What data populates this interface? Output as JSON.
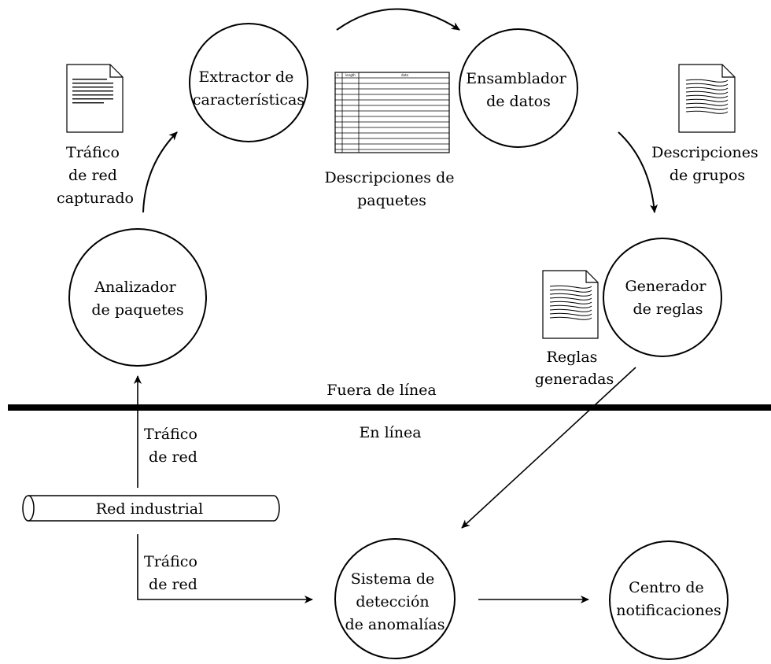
{
  "nodes": {
    "extractor": [
      "Extractor de",
      "características"
    ],
    "assembler": [
      "Ensamblador",
      "de datos"
    ],
    "rule_generator": [
      "Generador",
      "de reglas"
    ],
    "packet_analyzer": [
      "Analizador",
      "de paquetes"
    ],
    "anomaly_detection": [
      "Sistema de",
      "detección",
      "de anomalías"
    ],
    "notification_center": [
      "Centro de",
      "notificaciones"
    ]
  },
  "labels": {
    "captured_traffic": [
      "Tráfico",
      "de red",
      "capturado"
    ],
    "packet_descriptions": [
      "Descripciones de",
      "paquetes"
    ],
    "group_descriptions": [
      "Descripciones",
      "de grupos"
    ],
    "generated_rules": [
      "Reglas",
      "generadas"
    ],
    "offline": "Fuera de línea",
    "online": "En línea",
    "network_traffic_up": [
      "Tráfico",
      "de red"
    ],
    "network_traffic_down": [
      "Tráfico",
      "de red"
    ],
    "industrial_network": "Red industrial"
  },
  "icons": {
    "packet_table": {
      "headers": [
        "n",
        "length",
        "data"
      ]
    }
  }
}
